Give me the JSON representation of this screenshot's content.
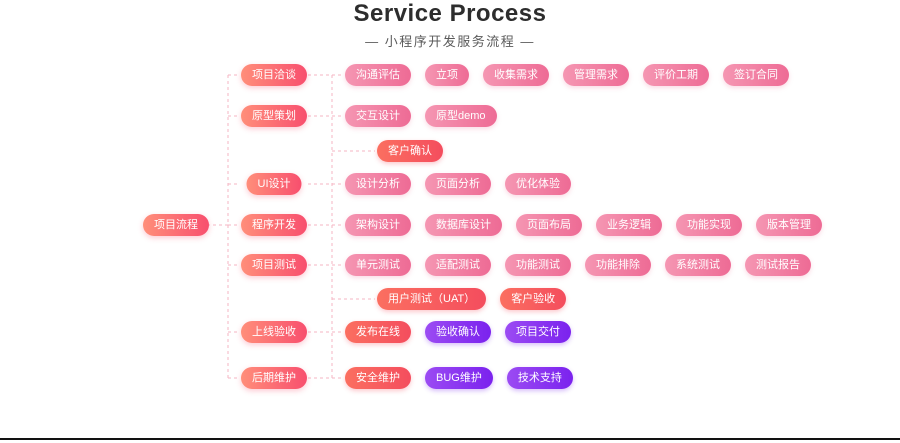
{
  "header": {
    "title": "Service Process",
    "subtitle": "— 小程序开发服务流程 —"
  },
  "colors": {
    "stage_start": "#ff8e7a",
    "stage_end": "#f84f6e",
    "pink_start": "#f596b2",
    "pink_end": "#ee6b95",
    "red_start": "#fb6f60",
    "red_end": "#f44d5e",
    "purple_start": "#9b4bf3",
    "purple_end": "#7b22ee",
    "connector": "#f5b5c3"
  },
  "flow": {
    "root": {
      "label": "项目流程"
    },
    "stages": [
      {
        "label": "项目洽谈"
      },
      {
        "label": "原型策划"
      },
      {
        "label": "UI设计"
      },
      {
        "label": "程序开发"
      },
      {
        "label": "项目测试"
      },
      {
        "label": "上线验收"
      },
      {
        "label": "后期维护"
      }
    ],
    "rows": [
      {
        "name": "row-negotiation",
        "items": [
          {
            "label": "沟通评估",
            "color": "pink"
          },
          {
            "label": "立项",
            "color": "pink"
          },
          {
            "label": "收集需求",
            "color": "pink"
          },
          {
            "label": "管理需求",
            "color": "pink"
          },
          {
            "label": "评价工期",
            "color": "pink"
          },
          {
            "label": "签订合同",
            "color": "pink"
          }
        ]
      },
      {
        "name": "row-prototype",
        "items": [
          {
            "label": "交互设计",
            "color": "pink"
          },
          {
            "label": "原型demo",
            "color": "pink"
          }
        ]
      },
      {
        "name": "row-client-confirm",
        "items": [
          {
            "label": "客户确认",
            "color": "red"
          }
        ]
      },
      {
        "name": "row-ui-design",
        "items": [
          {
            "label": "设计分析",
            "color": "pink"
          },
          {
            "label": "页面分析",
            "color": "pink"
          },
          {
            "label": "优化体验",
            "color": "pink"
          }
        ]
      },
      {
        "name": "row-development",
        "items": [
          {
            "label": "架构设计",
            "color": "pink"
          },
          {
            "label": "数据库设计",
            "color": "pink"
          },
          {
            "label": "页面布局",
            "color": "pink"
          },
          {
            "label": "业务逻辑",
            "color": "pink"
          },
          {
            "label": "功能实现",
            "color": "pink"
          },
          {
            "label": "版本管理",
            "color": "pink"
          }
        ]
      },
      {
        "name": "row-testing",
        "items": [
          {
            "label": "单元测试",
            "color": "pink"
          },
          {
            "label": "适配测试",
            "color": "pink"
          },
          {
            "label": "功能测试",
            "color": "pink"
          },
          {
            "label": "功能排除",
            "color": "pink"
          },
          {
            "label": "系统测试",
            "color": "pink"
          },
          {
            "label": "测试报告",
            "color": "pink"
          }
        ]
      },
      {
        "name": "row-uat",
        "items": [
          {
            "label": "用户测试（UAT）",
            "color": "red"
          },
          {
            "label": "客户验收",
            "color": "red"
          }
        ]
      },
      {
        "name": "row-launch",
        "items": [
          {
            "label": "发布在线",
            "color": "red"
          },
          {
            "label": "验收确认",
            "color": "purple"
          },
          {
            "label": "项目交付",
            "color": "purple"
          }
        ]
      },
      {
        "name": "row-maintenance",
        "items": [
          {
            "label": "安全维护",
            "color": "red"
          },
          {
            "label": "BUG维护",
            "color": "purple"
          },
          {
            "label": "技术支持",
            "color": "purple"
          }
        ]
      }
    ]
  }
}
